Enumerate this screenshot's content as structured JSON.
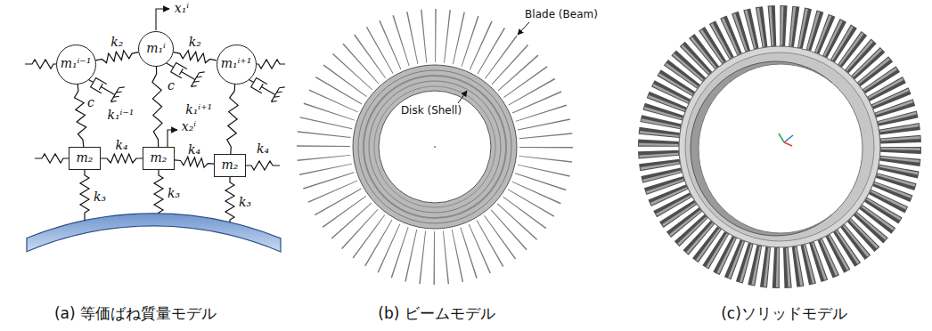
{
  "diagram": {
    "nodes": [
      {
        "text": [
          "m₁ⁱ⁻¹"
        ]
      },
      {
        "text": [
          "m₁ⁱ"
        ]
      },
      {
        "text": [
          "m₁ⁱ⁺¹"
        ]
      },
      {
        "text": [
          "m₂"
        ]
      },
      {
        "text": [
          "m₂"
        ]
      },
      {
        "text": [
          "m₂"
        ]
      }
    ],
    "edges": [
      {
        "from": 0,
        "to": 1,
        "arrow": "none",
        "label": "k₂"
      },
      {
        "from": 1,
        "to": 2,
        "arrow": "none",
        "label": "k₂"
      },
      {
        "from": 0,
        "to": 3,
        "arrow": "none",
        "label": "k₁ⁱ⁻¹"
      },
      {
        "from": 1,
        "to": 4,
        "arrow": "none"
      },
      {
        "from": 2,
        "to": 5,
        "arrow": "none",
        "label": "k₁ⁱ⁺¹"
      },
      {
        "from": 3,
        "to": 4,
        "arrow": "none",
        "label": "k₄"
      },
      {
        "from": 4,
        "to": 5,
        "arrow": "none",
        "label": "k₄"
      }
    ],
    "labels": [
      "x₁ⁱ",
      "x₂ⁱ",
      "c",
      "c",
      "k₄",
      "k₃",
      "k₃",
      "k₃",
      "Blade (Beam)",
      "Disk (Shell)",
      "(a) 等価ばね質量モデル",
      "(b) ビームモデル",
      "(c)ソリッドモデル"
    ]
  }
}
